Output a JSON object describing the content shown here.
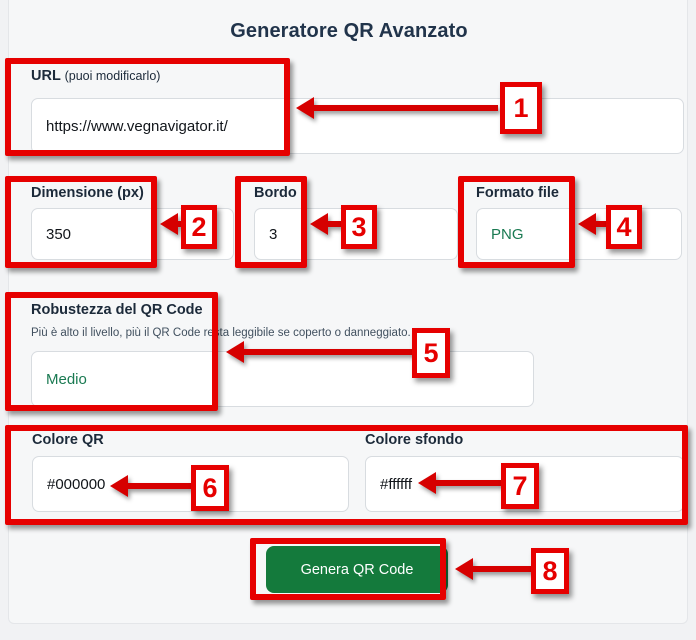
{
  "page": {
    "title": "Generatore QR Avanzato",
    "background_color": "#f1f2f4",
    "card_color": "#f6f7f8",
    "accent_green": "#147a3c",
    "accent_text_green": "#1a7a52",
    "annotation_red": "#e60000"
  },
  "form": {
    "url": {
      "label": "URL",
      "label_sub": "(puoi modificarlo)",
      "value": "https://www.vegnavigator.it/"
    },
    "size": {
      "label": "Dimensione (px)",
      "value": "350"
    },
    "border": {
      "label": "Bordo",
      "value": "3"
    },
    "file_format": {
      "label": "Formato file",
      "value": "PNG",
      "options": [
        "PNG"
      ]
    },
    "robustness": {
      "label": "Robustezza del QR Code",
      "help": "Più è alto il livello, più il QR Code resta leggibile se coperto o danneggiato.",
      "value": "Medio",
      "options": [
        "Medio"
      ]
    },
    "qr_color": {
      "label": "Colore QR",
      "value": "#000000"
    },
    "background_color": {
      "label": "Colore sfondo",
      "value": "#ffffff"
    },
    "submit": {
      "label": "Genera QR Code"
    }
  },
  "annotations": {
    "markers": [
      {
        "number": "1",
        "target": "url-field"
      },
      {
        "number": "2",
        "target": "size-field"
      },
      {
        "number": "3",
        "target": "border-field"
      },
      {
        "number": "4",
        "target": "file-format-field"
      },
      {
        "number": "5",
        "target": "robustness-field"
      },
      {
        "number": "6",
        "target": "qr-color-field"
      },
      {
        "number": "7",
        "target": "background-color-field"
      },
      {
        "number": "8",
        "target": "generate-button"
      }
    ]
  }
}
